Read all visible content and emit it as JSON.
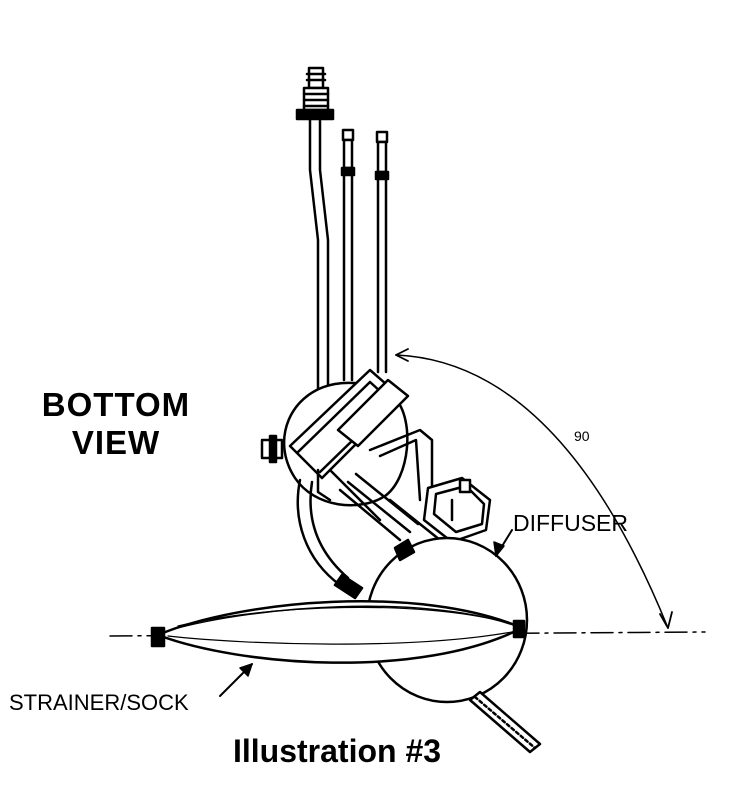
{
  "title_lines": [
    "BOTTOM",
    "VIEW"
  ],
  "labels": {
    "diffuser": "DIFFUSER",
    "strainer": "STRAINER/SOCK",
    "angle": "90"
  },
  "caption": "Illustration #3"
}
